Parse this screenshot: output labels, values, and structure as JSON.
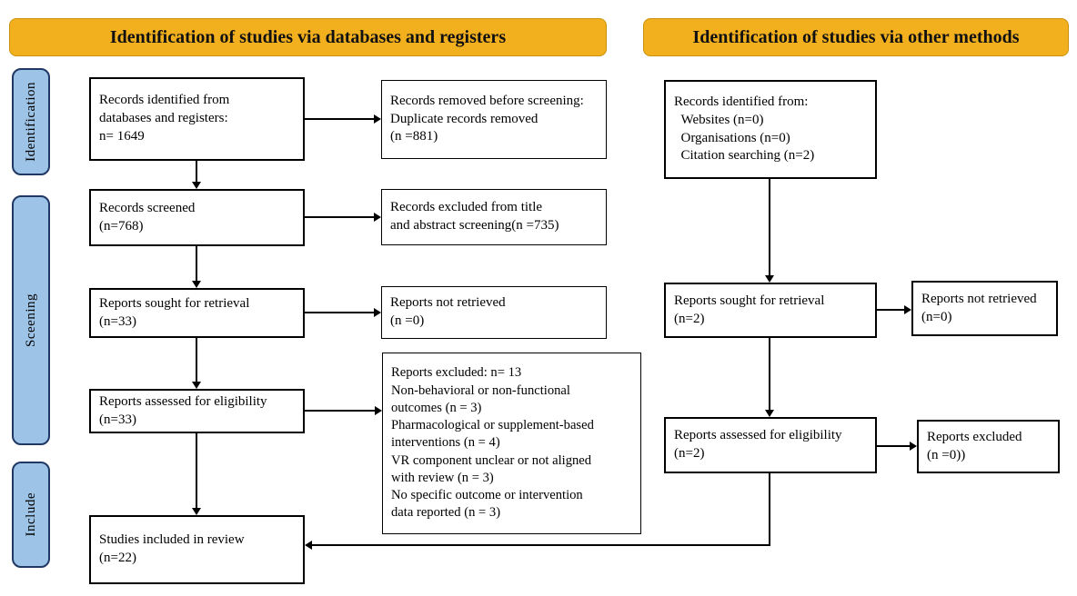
{
  "banners": {
    "databases": "Identification of studies via databases and registers",
    "other": "Identification of studies via other methods"
  },
  "sidebar": {
    "identification": "Identification",
    "screening": "Sceening",
    "include": "Include"
  },
  "boxes": {
    "records_identified_db": "Records identified from\ndatabases and registers:\nn= 1649",
    "records_removed": "Records removed before screening:\nDuplicate records removed\n(n =881)",
    "records_screened": "Records screened\n(n=768)",
    "records_excluded_title": "Records excluded from title\nand abstract screening(n =735)",
    "reports_sought_db": "Reports sought for retrieval\n(n=33)",
    "reports_not_retrieved_db": "Reports not retrieved\n(n =0)",
    "reports_assessed_db": "Reports assessed for eligibility\n(n=33)",
    "reports_excluded_db": "Reports excluded: n= 13\nNon-behavioral or non-functional\noutcomes (n = 3)\nPharmacological or supplement-based\ninterventions (n = 4)\nVR component unclear or not aligned\nwith review (n = 3)\nNo specific outcome or intervention\ndata reported (n = 3)",
    "studies_included": "Studies included in review\n(n=22)",
    "records_identified_other": "Records identified from:\n  Websites (n=0)\n  Organisations (n=0)\n  Citation searching (n=2)",
    "reports_sought_other": "Reports sought for retrieval\n(n=2)",
    "reports_not_retrieved_other": "Reports not retrieved\n(n=0)",
    "reports_assessed_other": "Reports assessed for eligibility\n(n=2)",
    "reports_excluded_other": "Reports excluded\n(n =0))"
  },
  "colors": {
    "banner": "#F2B01E",
    "sidebar": "#9DC3E6",
    "sidebar_border": "#1F3864"
  }
}
